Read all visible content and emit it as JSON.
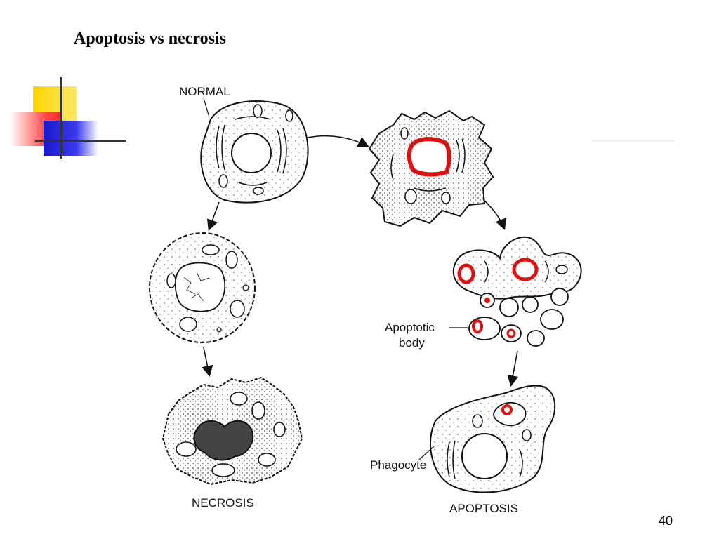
{
  "slide": {
    "title": "Apoptosis vs necrosis",
    "page_number": "40"
  },
  "diagram": {
    "labels": {
      "normal": "NORMAL",
      "necrosis": "NECROSIS",
      "apoptosis": "APOPTOSIS",
      "apoptotic_body_line1": "Apoptotic",
      "apoptotic_body_line2": "body",
      "phagocyte": "Phagocyte"
    }
  },
  "colors": {
    "highlight_red": "#e01010",
    "deco_yellow": "#ffd700",
    "deco_red": "#ff3030",
    "deco_blue": "#2020cc",
    "ink": "#111111"
  }
}
